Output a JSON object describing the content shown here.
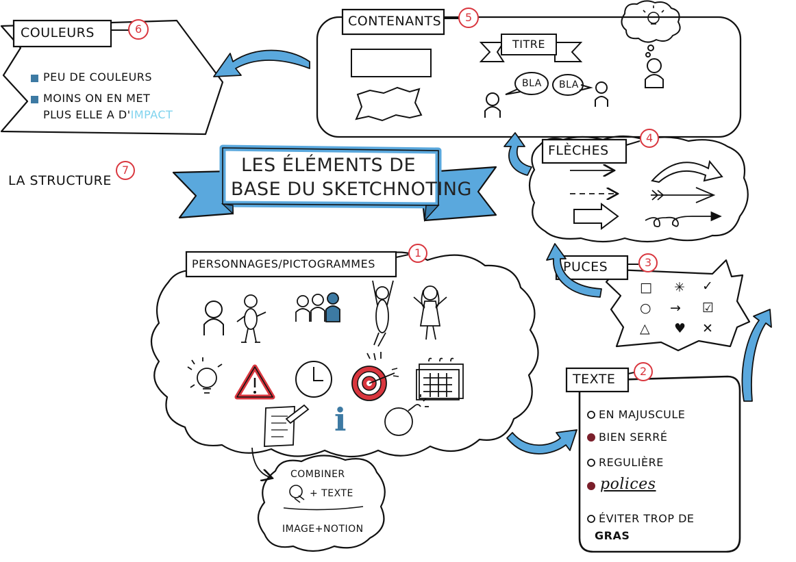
{
  "title": {
    "line1": "LES ÉLÉMENTS DE",
    "line2": "BASE DU SKETCHNOTING"
  },
  "colors": {
    "ink": "#111111",
    "ribbon_blue": "#5aa8dd",
    "number_red": "#d9363e",
    "bullet_maroon": "#7a1f2b",
    "impact_cyan": "#7fd3ee",
    "square_blue": "#3d7aa3"
  },
  "couleurs": {
    "heading": "COULEURS",
    "number": "6",
    "items": [
      {
        "text": "PEU DE COULEURS",
        "icon": "square-bullet"
      },
      {
        "text_line1": "MOINS ON EN MET",
        "text_line2_prefix": "PLUS ELLE A D'",
        "text_line2_highlight": "IMPACT",
        "icon": "square-bullet"
      }
    ]
  },
  "contenants": {
    "heading": "CONTENANTS",
    "number": "5",
    "banner_label": "TITRE",
    "speech_bubbles": [
      "BLA",
      "BLA"
    ],
    "icons": [
      "rectangle-box-icon",
      "jagged-box-icon",
      "banner-icon",
      "speech-bubble-icon",
      "thought-bubble-icon",
      "lightbulb-icon",
      "person-icon"
    ]
  },
  "structure": {
    "label": "LA STRUCTURE",
    "number": "7"
  },
  "fleches": {
    "heading": "FLÈCHES",
    "number": "4",
    "icons": [
      "thin-arrow-icon",
      "dashed-arrow-icon",
      "outline-arrow-icon",
      "curved-arrow-icon",
      "feathered-arrow-icon",
      "looped-arrow-icon"
    ]
  },
  "puces": {
    "heading": "PUCES",
    "number": "3",
    "symbols": [
      "□",
      "✳",
      "✓",
      "○",
      "→",
      "☑",
      "△",
      "♥",
      "✕"
    ]
  },
  "personnages": {
    "heading": "PERSONNAGES/PICTOGRAMMES",
    "number": "1",
    "icons": [
      "person-icon",
      "stick-figure-icon",
      "group-icon",
      "jumping-figure-icon",
      "girl-figure-icon",
      "lightbulb-icon",
      "warning-icon",
      "clock-icon",
      "target-icon",
      "calendar-icon",
      "document-pen-icon",
      "info-icon",
      "bomb-icon"
    ],
    "info_glyph": "i"
  },
  "texte": {
    "heading": "TEXTE",
    "number": "2",
    "items": [
      {
        "text": "EN MAJUSCULE",
        "bullet": "open"
      },
      {
        "text": "BIEN SERRÉ",
        "bullet": "filled"
      },
      {
        "text": "REGULIÈRE",
        "bullet": "open"
      },
      {
        "text": "polices",
        "bullet": "filled"
      },
      {
        "text_line1": "ÉVITER TROP DE",
        "text_line2": "GRAS",
        "bullet": "open"
      }
    ]
  },
  "combiner": {
    "line1": "COMBINER",
    "plus_text": "+ TEXTE",
    "line3": "IMAGE+NOTION"
  }
}
